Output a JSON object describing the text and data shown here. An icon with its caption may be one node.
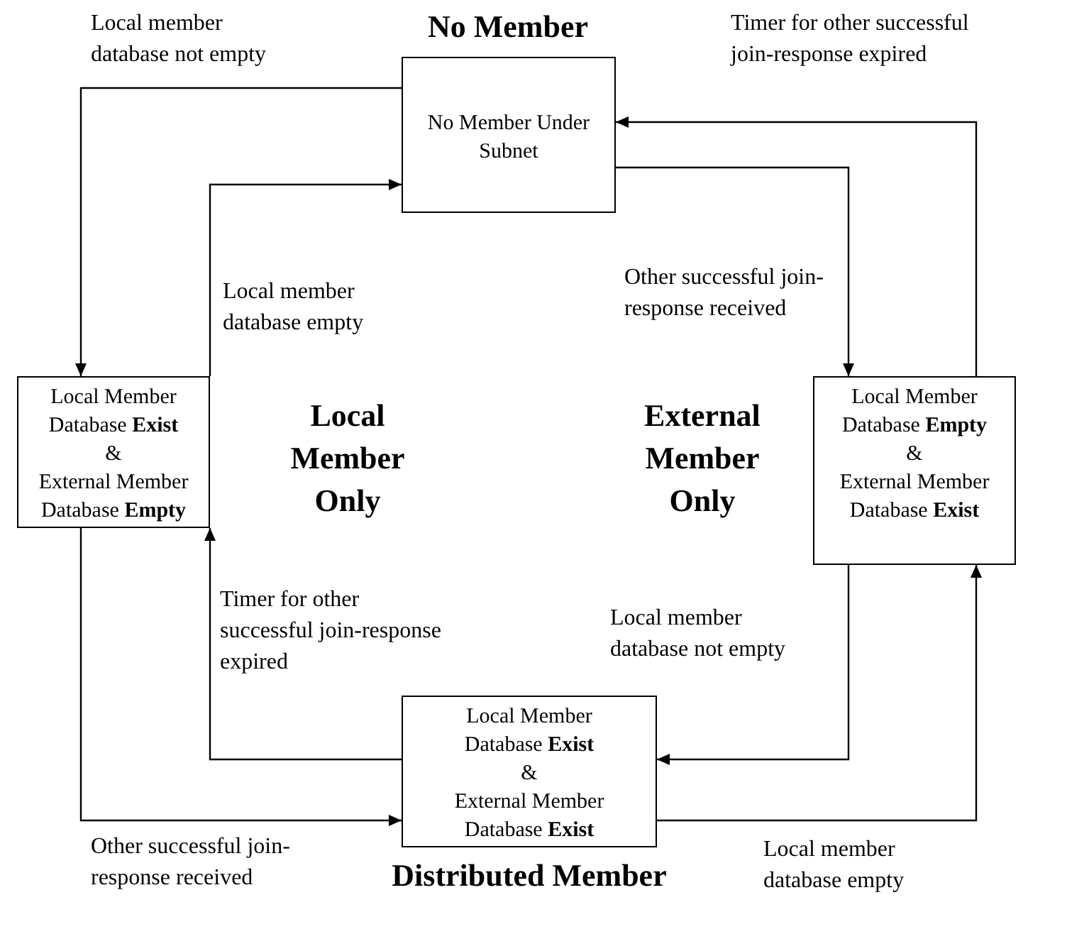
{
  "diagram": {
    "nodes": [
      {
        "text": [
          "No Member Under Subnet"
        ],
        "beside": [
          "No Member"
        ]
      },
      {
        "text": [
          "Local Member Database **Exist**",
          "&",
          "External Member Database **Empty**"
        ],
        "beside": [
          "Local Member Only"
        ]
      },
      {
        "text": [
          "Local Member Database **Empty**",
          "&",
          "External Member Database **Exist**"
        ],
        "beside": [
          "External Member Only"
        ]
      },
      {
        "text": [
          "Local Member Database **Exist**",
          "&",
          "External Member Database **Exist**"
        ],
        "beside": [
          "Distributed Member"
        ]
      }
    ],
    "edges": [
      {
        "from": 0,
        "to": 1,
        "arrow": "to",
        "label": "Local member database not empty"
      },
      {
        "from": 1,
        "to": 0,
        "arrow": "to",
        "label": "Local member database empty"
      },
      {
        "from": 0,
        "to": 2,
        "arrow": "to",
        "label": "Other successful join-response received"
      },
      {
        "from": 2,
        "to": 0,
        "arrow": "to",
        "label": "Timer for other successful join-response expired"
      },
      {
        "from": 1,
        "to": 3,
        "arrow": "to",
        "label": "Other successful join-response received"
      },
      {
        "from": 3,
        "to": 1,
        "arrow": "to",
        "label": "Timer for other successful join-response expired"
      },
      {
        "from": 2,
        "to": 3,
        "arrow": "to",
        "label": "Local member database not empty"
      },
      {
        "from": 3,
        "to": 2,
        "arrow": "to",
        "label": "Local member database empty"
      }
    ]
  }
}
